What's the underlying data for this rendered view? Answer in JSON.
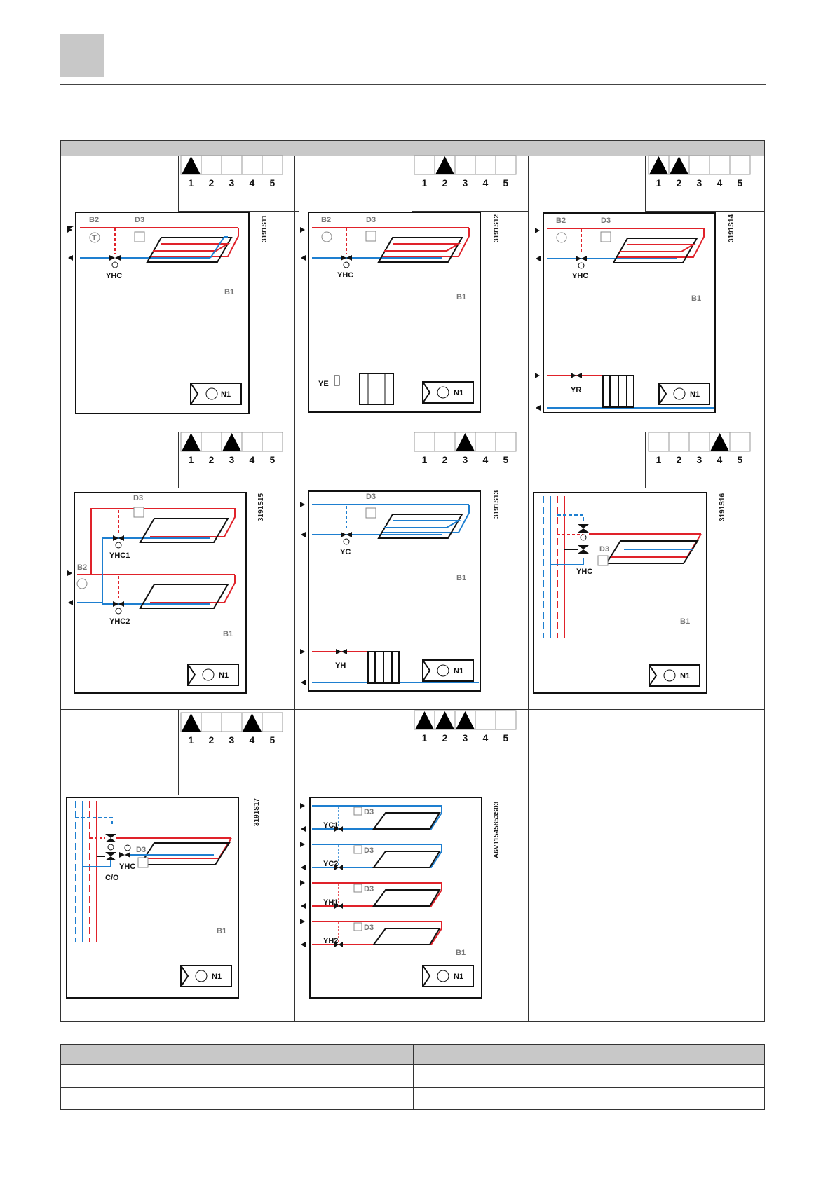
{
  "indicator_numbers": [
    "1",
    "2",
    "3",
    "4",
    "5"
  ],
  "colors": {
    "hot": "#e0222a",
    "cold": "#1e7fd0",
    "gray": "#888888",
    "header_gray": "#c8c8c8"
  },
  "schemes": [
    {
      "id": "3191S11",
      "active": [
        1
      ],
      "valve": "YHC",
      "sensors": [
        "B2",
        "D3",
        "B1"
      ],
      "controller": "N1"
    },
    {
      "id": "3191S12",
      "active": [
        2
      ],
      "valve": "YHC",
      "extra": "YE",
      "sensors": [
        "B2",
        "D3",
        "B1"
      ],
      "controller": "N1"
    },
    {
      "id": "3191S14",
      "active": [
        1,
        2
      ],
      "valve": "YHC",
      "extra": "YR",
      "sensors": [
        "B2",
        "D3",
        "B1"
      ],
      "controller": "N1"
    },
    {
      "id": "3191S15",
      "active": [
        1,
        3
      ],
      "valves": [
        "YHC1",
        "YHC2"
      ],
      "sensors": [
        "D3",
        "B2",
        "B1"
      ],
      "controller": "N1"
    },
    {
      "id": "3191S13",
      "active": [
        3
      ],
      "valves": [
        "YC",
        "YH"
      ],
      "sensors": [
        "D3",
        "B1"
      ],
      "controller": "N1"
    },
    {
      "id": "3191S16",
      "active": [
        4
      ],
      "valve": "YHC",
      "sensors": [
        "D3",
        "B1"
      ],
      "controller": "N1"
    },
    {
      "id": "3191S17",
      "active": [
        1,
        4
      ],
      "valves": [
        "YHC",
        "C/O"
      ],
      "sensors": [
        "D3",
        "B1"
      ],
      "controller": "N1"
    },
    {
      "id": "A6V11545853S03",
      "active": [
        1,
        2,
        3
      ],
      "valves": [
        "YC1",
        "YC2",
        "YH1",
        "YH2"
      ],
      "sensors": [
        "D3",
        "B1"
      ],
      "controller": "N1"
    }
  ],
  "labels": {
    "B1": "B1",
    "B2": "B2",
    "D3": "D3",
    "N1": "N1",
    "T": "T",
    "YHC": "YHC",
    "YHC1": "YHC1",
    "YHC2": "YHC2",
    "YC": "YC",
    "YH": "YH",
    "YE": "YE",
    "YR": "YR",
    "CO": "C/O",
    "YC1": "YC1",
    "YC2": "YC2",
    "YH1": "YH1",
    "YH2": "YH2"
  }
}
